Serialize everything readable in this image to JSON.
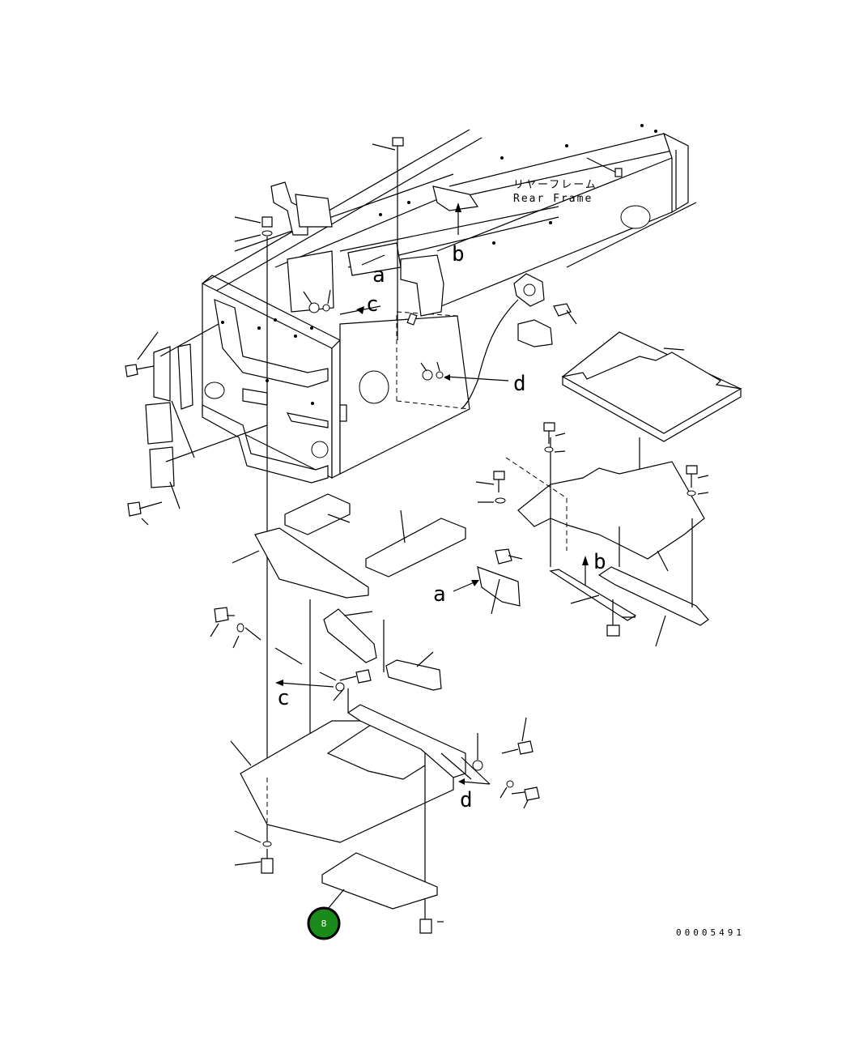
{
  "labels": {
    "rear_frame_jp": "リヤーフレーム",
    "rear_frame_en": "Rear Frame",
    "drawing_number": "00005491",
    "callout_number": "8"
  },
  "arrow_letters": {
    "a": "a",
    "b": "b",
    "c": "c",
    "d": "d"
  },
  "colors": {
    "callout_fill": "#1a8a1a",
    "line": "#000000",
    "background": "#ffffff"
  }
}
